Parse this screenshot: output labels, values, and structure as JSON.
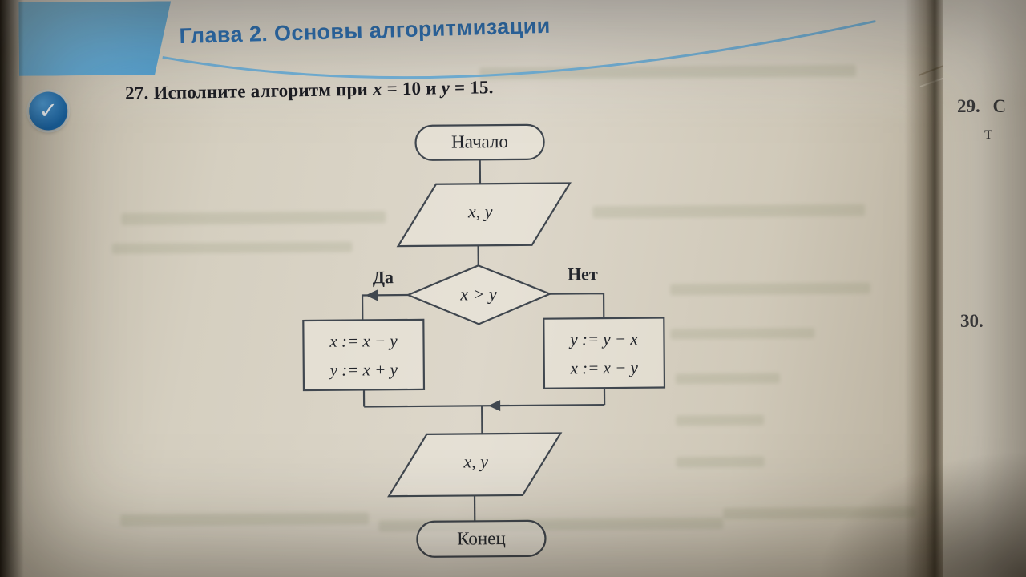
{
  "colors": {
    "accent_blue": "#2e74ba",
    "corner_blue": "#66aed8",
    "badge_blue": "#1a6db3",
    "paper": "#d5cfc0",
    "flow_line": "#40474f",
    "ink": "#1d1e24"
  },
  "header": {
    "chapter_title": "Глава 2. Основы алгоритмизации"
  },
  "badge": {
    "check": "✓"
  },
  "task": {
    "number": "27.",
    "prefix": " Исполните алгоритм при ",
    "var_x": "x",
    "mid": " = 10 и ",
    "var_y": "y",
    "suffix": " = 15."
  },
  "flowchart": {
    "start_label": "Начало",
    "input_label": "x, y",
    "decision_label": "x > y",
    "yes_label": "Да",
    "no_label": "Нет",
    "left_block": {
      "line1": "x := x − y",
      "line2": "y := x + y"
    },
    "right_block": {
      "line1": "y := y − x",
      "line2": "x := x − y"
    },
    "output_label": "x, y",
    "end_label": "Конец"
  },
  "right_page": {
    "line_29_number": "29.",
    "line_29_text": "С",
    "line_29_cont": "т",
    "line_30_number": "30."
  }
}
